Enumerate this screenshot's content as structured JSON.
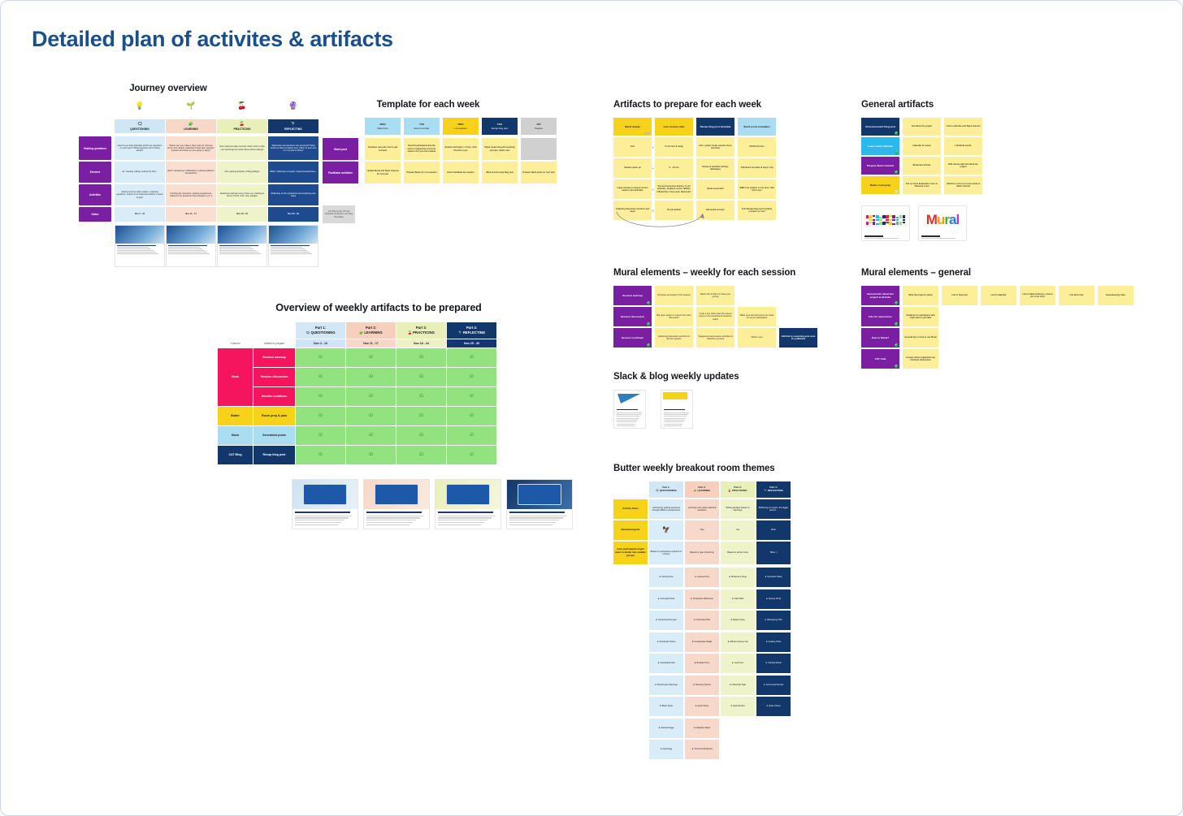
{
  "page": {
    "title": "Detailed plan of activites & artifacts"
  },
  "journey": {
    "title": "Journey overview",
    "icons": [
      "💡",
      "🌱",
      "🍒",
      "🔮"
    ],
    "row_labels": [
      "Guiding questions",
      "Element",
      "Activities",
      "Dates"
    ],
    "columns": [
      {
        "glyph": "🗨",
        "name": "QUESTIONING",
        "header_bg": "#cfe7f5",
        "body_bg": "#d9edf9",
        "guiding": "How do you best articulate all the key questions on your team? What questions aren't being asked?",
        "element": "Air: meeting, talking, feeling the flow...",
        "activities": "Getting to know what matters, exploring questions, search an AI interested what is it mean to ask?",
        "dates": "Nov 4 - 10"
      },
      {
        "glyph": "🧩",
        "name": "LEARNING",
        "header_bg": "#f7d7c6",
        "body_bg": "#fadfd1",
        "guiding": "Where can you make a clear case for what we know now, deeply understand what each question answers and what you are going to apply?",
        "element": "Earth: wandering in Wilderland, exploring different perspectives",
        "activities": "Curating the resources, sharing experiences, related to the questions that emerged in p1, 2",
        "dates": "Nov 11 - 17"
      },
      {
        "glyph": "🍒",
        "name": "PRACTICING",
        "header_bg": "#e9efb9",
        "body_bg": "#eef3c9",
        "guiding": "How might you take concrete action now to write your learnings into what others will be asking?",
        "element": "Fire: getting practical, writing pledges",
        "activities": "Selecting a relevant one to focus on, drawing in terms of CAT, CAT, vote, pledges",
        "dates": "Nov 18 - 24"
      },
      {
        "glyph": "🔭",
        "name": "REFLECTING",
        "header_bg": "#12376b",
        "body_bg": "#1e4b8f",
        "guiding": "What have we learned in one sentence? What would you like to explore next, either on your own or in a point in future?",
        "element": "Water: reflecting on impact, missed perspectives...",
        "activities": "Reflecting on the experience and exploring next steps",
        "dates": "Nov 25 - 30"
      }
    ],
    "notes": [
      "See Elemental Ethos in practice for framing ideas",
      "UX Theory, the UX City CleanUP, by banner summary first sticky"
    ]
  },
  "template": {
    "title": "Template for each week",
    "row_labels": [
      "Slack post",
      "Facilitator activities"
    ],
    "days": [
      {
        "day": "MON",
        "sub": "Stand intro",
        "bg": "#aadcf2",
        "slack": "Introduce new part, how to get involved",
        "facilitator": "Update Mural and Slack channel for new part"
      },
      {
        "day": "TUE",
        "sub": "Event reminder",
        "bg": "#aadcf2",
        "slack": "Remind participants that the event is happening tomorrow, what to do if you can't attend",
        "facilitator": "Prepare Butter for next session"
      },
      {
        "day": "WED",
        "sub": "Live session",
        "bg": "#f6d21a",
        "slack": "Session will begin in 1 hour, click this link to join",
        "facilitator": "Host & facilitate live session"
      },
      {
        "day": "THU",
        "sub": "Recap blog post",
        "bg": "#12376b",
        "slack": "Share recap blog post & activity prompts, what's next",
        "facilitator": "Write & post recap blog post"
      },
      {
        "day": "FRI",
        "sub": "Prepare",
        "bg": "#d0d0d0",
        "slack": "",
        "facilitator": "Prepare Slack posts for next part"
      }
    ]
  },
  "overview": {
    "title": "Overview of weekly artifacts to be prepared",
    "col_headers": [
      "Channel",
      "Artifact to prepare"
    ],
    "parts": [
      {
        "label": "Part 1:",
        "glyph": "🗨",
        "name": "QUESTIONING",
        "dates": "Nov 4 - 10",
        "bg": "#d3e8f6",
        "date_bg": "#cfe5f5",
        "fg": "#1a1a1a"
      },
      {
        "label": "Part 2:",
        "glyph": "🧩",
        "name": "LEARNING",
        "dates": "Nov 11 - 17",
        "bg": "#f7d0bd",
        "date_bg": "#f8d7c6",
        "fg": "#1a1a1a"
      },
      {
        "label": "Part 3:",
        "glyph": "🍒",
        "name": "PRACTICING",
        "dates": "Nov 18 - 24",
        "bg": "#e9efb9",
        "date_bg": "#edf1c4",
        "fg": "#1a1a1a"
      },
      {
        "label": "Part 4:",
        "glyph": "🔭",
        "name": "REFLECTING",
        "dates": "Nov 25 - 30",
        "bg": "#12376b",
        "date_bg": "#12376b",
        "fg": "#ffffff"
      }
    ],
    "rows": [
      {
        "channel": "Mural",
        "channel_bg": "#f4155e",
        "channel_fg": "#ffffff",
        "channel_rowspan": 3,
        "artifact": "Session warmup",
        "artifact_bg": "#f4155e",
        "artifact_fg": "#ffffff",
        "checks": [
          true,
          true,
          true,
          true
        ]
      },
      {
        "channel": "",
        "artifact": "Session discussion",
        "artifact_bg": "#f4155e",
        "artifact_fg": "#ffffff",
        "checks": [
          true,
          true,
          true,
          true
        ]
      },
      {
        "channel": "",
        "artifact": "Session cooldown",
        "artifact_bg": "#f4155e",
        "artifact_fg": "#ffffff",
        "checks": [
          true,
          true,
          true,
          true
        ]
      },
      {
        "channel": "Butter",
        "channel_bg": "#f6d21a",
        "channel_fg": "#1a1a1a",
        "channel_rowspan": 1,
        "artifact": "Room prep & plan",
        "artifact_bg": "#f6d21a",
        "artifact_fg": "#1a1a1a",
        "checks": [
          true,
          true,
          true,
          true
        ]
      },
      {
        "channel": "Slack",
        "channel_bg": "#aadcf2",
        "channel_fg": "#1a1a1a",
        "channel_rowspan": 1,
        "artifact": "Scheduled posts",
        "artifact_bg": "#aadcf2",
        "artifact_fg": "#1a1a1a",
        "checks": [
          true,
          true,
          true,
          true
        ]
      },
      {
        "channel": "CAT Blog",
        "channel_bg": "#12376b",
        "channel_fg": "#ffffff",
        "channel_rowspan": 1,
        "artifact": "Recap blog post",
        "artifact_bg": "#12376b",
        "artifact_fg": "#ffffff",
        "checks": [
          true,
          true,
          true,
          true
        ]
      }
    ],
    "check_glyph": "☑",
    "blog_cards": [
      {
        "hero_bg": "linear-gradient(120deg,#cfe3f3,#e8f1f9)",
        "title": "CAT Chat & Exploration week 1 — questioning Exploration tool"
      },
      {
        "hero_bg": "linear-gradient(120deg,#f6d7c6,#fbeadf)",
        "title": "CAT Chat & Exploration week 2 — learning, knowledge tool"
      },
      {
        "hero_bg": "linear-gradient(120deg,#e9efb9,#f4f7dc)",
        "title": "CATalyst & Exploration weekly a review one week — practicing, prototype tool"
      },
      {
        "hero_bg": "linear-gradient(120deg,#12376b,#3d6fa8)",
        "title": "CAT Chat & Exploration week 4 final effort, reflects & the exploration tool"
      }
    ]
  },
  "artifacts_week": {
    "title": "Artifacts to prepare for each week",
    "columns": [
      {
        "header": "Mural design",
        "header_bg": "#f6d21a",
        "header_fg": "#1a1a1a",
        "cells": [
          "Intro",
          "Session warm-up",
          "Large canvas to support current week's main activities",
          "Collecting discussion words & next steps"
        ]
      },
      {
        "header": "Live session plan",
        "header_bg": "#f6d21a",
        "header_fg": "#1a1a1a",
        "cells": [
          "5 min intro & recap",
          "5 - 10 min",
          "Text and resources framing. 5 min activities, breakout rooms, debrief, followed by 1 hour open discussion",
          "15 min debrief"
        ]
      },
      {
        "header": "Recap blog post template",
        "header_bg": "#12376b",
        "header_fg": "#ffffff",
        "cells": [
          "Intro, project recap, session focus summary",
          "Recap of activities and key takeaways",
          "Mural screenshot",
          "Elemental prompts"
        ]
      },
      {
        "header": "Slack posts templates",
        "header_bg": "#aadcf2",
        "header_fg": "#1a1a1a",
        "cells": [
          "MON Part intro",
          "TUE Event reminder & async only",
          "WED Live session in one hour, click link to join",
          "THU Recap blog post & activity prompts, up next"
        ]
      }
    ]
  },
  "general_artifacts": {
    "title": "General artifacts",
    "rows": [
      {
        "label": "Announcement blog post",
        "bg": "#12376b",
        "fg": "#ffffff",
        "done": true,
        "notes": [
          "Info about the project",
          "Link to calendar and Slack channel"
        ]
      },
      {
        "label": "Learn event calendar",
        "bg": "#2ab9ea",
        "fg": "#ffffff",
        "done": true,
        "notes": [
          "Calendar for series",
          "Individual events"
        ]
      },
      {
        "label": "Prepare Slack channel",
        "bg": "#7b1fa2",
        "fg": "#ffffff",
        "done": true,
        "notes": [
          "Bookmark all links",
          "Edit canvas with info about the project"
        ]
      },
      {
        "label": "Butter room prep",
        "bg": "#f6d21a",
        "fg": "#1a1a1a",
        "done": false,
        "notes": [
          "Set up Cat & Exploration room in Mural as a tool",
          "Add link to room to Luma events & Slack channel"
        ]
      }
    ],
    "cards": [
      {
        "kind": "sticky-grid",
        "caption": "Mural.co"
      },
      {
        "kind": "mural-logo",
        "caption": "CAT & Exploration mural"
      }
    ]
  },
  "mural_weekly": {
    "title": "Mural elements – weekly for each session",
    "rows": [
      {
        "label": "Session warmup",
        "bg": "#7b1fa2",
        "done": true,
        "cells": [
          "Overview and goals of the session",
          "Basic info & links for those just joining"
        ]
      },
      {
        "label": "Session discussion",
        "bg": "#7b1fa2",
        "done": true,
        "cells": [
          "Big open space to support the main discussion",
          "Invite a live chat notes the area & keep a mini-mural documented to reach",
          "Make sure all instructions are clear for async participants"
        ]
      },
      {
        "label": "Session cooldown",
        "bg": "#7b1fa2",
        "done": true,
        "cells": [
          "Gathering discussion words from the live session",
          "Suggested post-session activities & reflective prompts",
          "What's next",
          "Add link to recap blog post once it's published"
        ]
      }
    ],
    "dark_cell_bg": "#12376b"
  },
  "mural_general": {
    "title": "Mural elements – general",
    "rows": [
      {
        "label": "General info about the project & all links",
        "bg": "#7b1fa2",
        "done": true,
        "cells": [
          "What the project is about",
          "Link to blog post",
          "Link to calendar",
          "Link to Slack channel (+ how to join if not CAT)",
          "Info about Ojo",
          "Housekeeping rules"
        ]
      },
      {
        "label": "Info for newcomers",
        "bg": "#7b1fa2",
        "done": true,
        "cells": [
          "Guidance for participants who might want to join later"
        ]
      },
      {
        "label": "How to Mural?",
        "bg": "#7b1fa2",
        "done": true,
        "cells": [
          "General tips on how to use Mural"
        ]
      },
      {
        "label": "CAT Cafe",
        "bg": "#7b1fa2",
        "done": true,
        "cells": [
          "A space where registrants can introduce themselves"
        ]
      }
    ]
  },
  "slack_blog": {
    "title": "Slack & blog weekly updates",
    "docs": [
      {
        "accent": "#2a7fc1"
      },
      {
        "accent": "#f6d21a"
      }
    ]
  },
  "butter": {
    "title": "Butter weekly breakout room themes",
    "row_labels": [
      "Activity focus",
      "Elemental guide",
      "How participants might want to divide into smaller groups"
    ],
    "parts": [
      {
        "label": "Part 1:",
        "glyph": "🗨",
        "name": "QUESTIONING",
        "bg": "#d3e8f6",
        "fg": "#1a1a1a"
      },
      {
        "label": "Part 2:",
        "glyph": "🧩",
        "name": "LEARNING",
        "bg": "#f7d0bd",
        "fg": "#1a1a1a"
      },
      {
        "label": "Part 3:",
        "glyph": "🍒",
        "name": "PRACTICING",
        "bg": "#e9efb9",
        "fg": "#1a1a1a"
      },
      {
        "label": "Part 4:",
        "glyph": "🔭",
        "name": "REFLECTING",
        "bg": "#12376b",
        "fg": "#ffffff"
      }
    ],
    "focus": [
      "Uncovering guiding questions through different perspectives",
      "Learning more about selected questions",
      "Writing pledges based on learnings",
      "Reflecting on impact, the bigger picture..."
    ],
    "guide": [
      "🦅",
      "Tree",
      "Cat",
      "River"
    ],
    "divide": [
      "Based on perspective explored or emotion",
      "Based on type of learning",
      "Based on action focus",
      "Tillers :)"
    ],
    "rooms": [
      [
        "Caring Dove",
        "Grounded Duck",
        "Contouring Penguin",
        "Stochastic Parrot",
        "Ontological Owl",
        "Flamboyant Flamingo",
        "Black Swan",
        "Hatched Eggs",
        "Quiet Egg"
      ],
      [
        "Curious Pine",
        "Propulsive Mushroom",
        "Grounded Oak",
        "Considerate Maple",
        "Resilient Fern",
        "Nurturing Sprout",
        "Quiet Stone",
        "Adaptive Reed",
        "Timorous Redwood"
      ],
      [
        "Mushroom Soup",
        "Oak Table",
        "Maple Syrup",
        "Efficient House Cat",
        "Loud Lion",
        "Influential Tiger",
        "Quiet Ember"
      ],
      [
        "Symbiotic Wave",
        "Serene Pond",
        "Whispering Tide",
        "Healing Tides",
        "Cooling Sweat",
        "Communal Sunset",
        "Quiet Canoe"
      ]
    ],
    "room_bgs": [
      "#d9edf9",
      "#f7d9cb",
      "#eef3c9",
      "#12376b"
    ],
    "room_fgs": [
      "#1a1a1a",
      "#1a1a1a",
      "#1a1a1a",
      "#ffffff"
    ],
    "row_label_bg": "#f6d21a"
  }
}
